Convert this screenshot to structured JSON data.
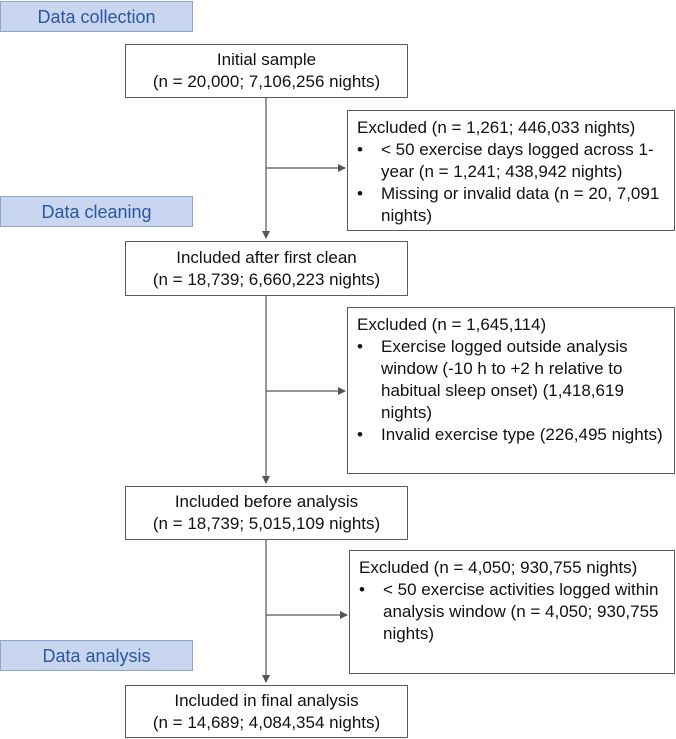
{
  "stages": {
    "collection": "Data collection",
    "cleaning": "Data cleaning",
    "analysis": "Data analysis"
  },
  "boxes": {
    "initial": {
      "line1": "Initial sample",
      "line2": "(n = 20,000; 7,106,256 nights)"
    },
    "first_clean": {
      "line1": "Included after first clean",
      "line2": "(n = 18,739; 6,660,223 nights)"
    },
    "before_analysis": {
      "line1": "Included before analysis",
      "line2": "(n = 18,739; 5,015,109 nights)"
    },
    "final": {
      "line1": "Included in final analysis",
      "line2": "(n = 14,689; 4,084,354 nights)"
    }
  },
  "exclusions": [
    {
      "title": "Excluded (n = 1,261; 446,033 nights)",
      "bullets": [
        "< 50 exercise days logged across 1-year (n = 1,241; 438,942 nights)",
        "Missing or invalid data (n = 20, 7,091 nights)"
      ]
    },
    {
      "title": "Excluded (n = 1,645,114)",
      "bullets": [
        "Exercise logged outside analysis window (-10 h to +2 h relative to habitual sleep onset) (1,418,619 nights)",
        "Invalid exercise type (226,495 nights)"
      ]
    },
    {
      "title": "Excluded (n = 4,050; 930,755 nights)",
      "bullets": [
        "< 50 exercise activities logged within analysis window (n = 4,050; 930,755 nights)"
      ]
    }
  ],
  "bullet_glyph": "•",
  "colors": {
    "stage_fill": "#c9d6ef",
    "stage_text": "#2d55a0",
    "box_border": "#5a5a5a",
    "arrow": "#555555"
  }
}
